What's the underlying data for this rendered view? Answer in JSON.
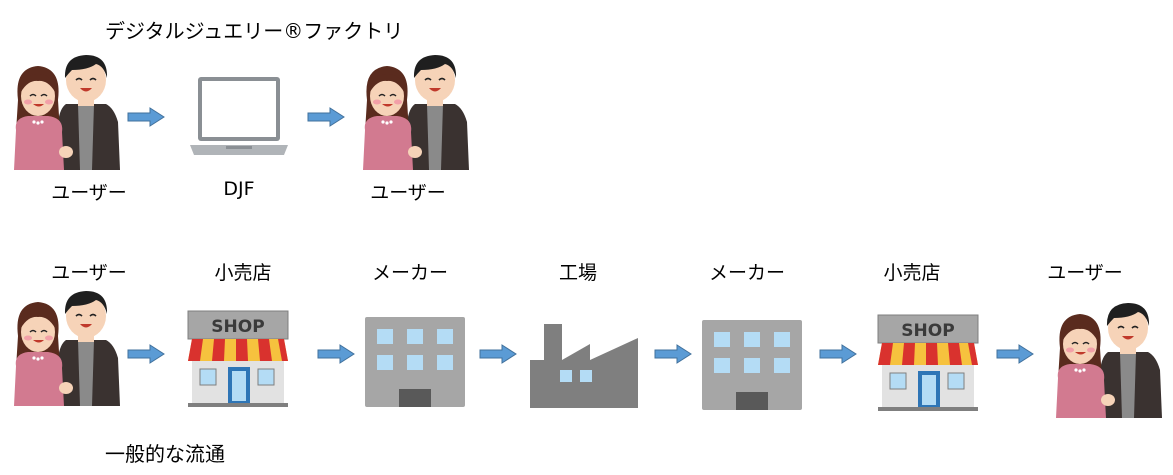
{
  "djf_title": "デジタルジュエリー®ファクトリ",
  "general_title": "一般的な流通",
  "colors": {
    "arrow": "#5b9bd5",
    "arrow_stroke": "#41719c",
    "building": "#a6a6a6",
    "window": "#b4dcf5",
    "factory": "#7f7f7f",
    "awning_red": "#d9322e",
    "awning_yellow": "#f6c23e"
  },
  "top_flow": {
    "nodes": [
      {
        "label": "ユーザー",
        "icon": "couple-icon"
      },
      {
        "label": "DJF",
        "icon": "laptop-icon"
      },
      {
        "label": "ユーザー",
        "icon": "couple-icon"
      }
    ]
  },
  "bottom_flow": {
    "nodes": [
      {
        "label": "ユーザー",
        "icon": "couple-icon"
      },
      {
        "label": "小売店",
        "icon": "shop-icon",
        "sign": "SHOP"
      },
      {
        "label": "メーカー",
        "icon": "office-building-icon"
      },
      {
        "label": "工場",
        "icon": "factory-icon"
      },
      {
        "label": "メーカー",
        "icon": "office-building-icon"
      },
      {
        "label": "小売店",
        "icon": "shop-icon",
        "sign": "SHOP"
      },
      {
        "label": "ユーザー",
        "icon": "couple-icon"
      }
    ]
  }
}
